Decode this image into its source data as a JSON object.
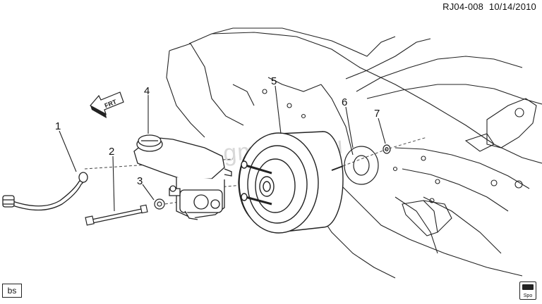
{
  "header": {
    "figure_code": "RJ04-008",
    "date": "10/14/2010"
  },
  "watermark": "gmsrlad.ru",
  "direction_arrow": {
    "label": "FRT"
  },
  "callouts": [
    {
      "id": "1",
      "label": "1"
    },
    {
      "id": "2",
      "label": "2"
    },
    {
      "id": "3",
      "label": "3"
    },
    {
      "id": "4",
      "label": "4"
    },
    {
      "id": "5",
      "label": "5"
    },
    {
      "id": "6",
      "label": "6"
    },
    {
      "id": "7",
      "label": "7"
    }
  ],
  "footer": {
    "left_badge": "bs",
    "right_badge": "Spo"
  }
}
